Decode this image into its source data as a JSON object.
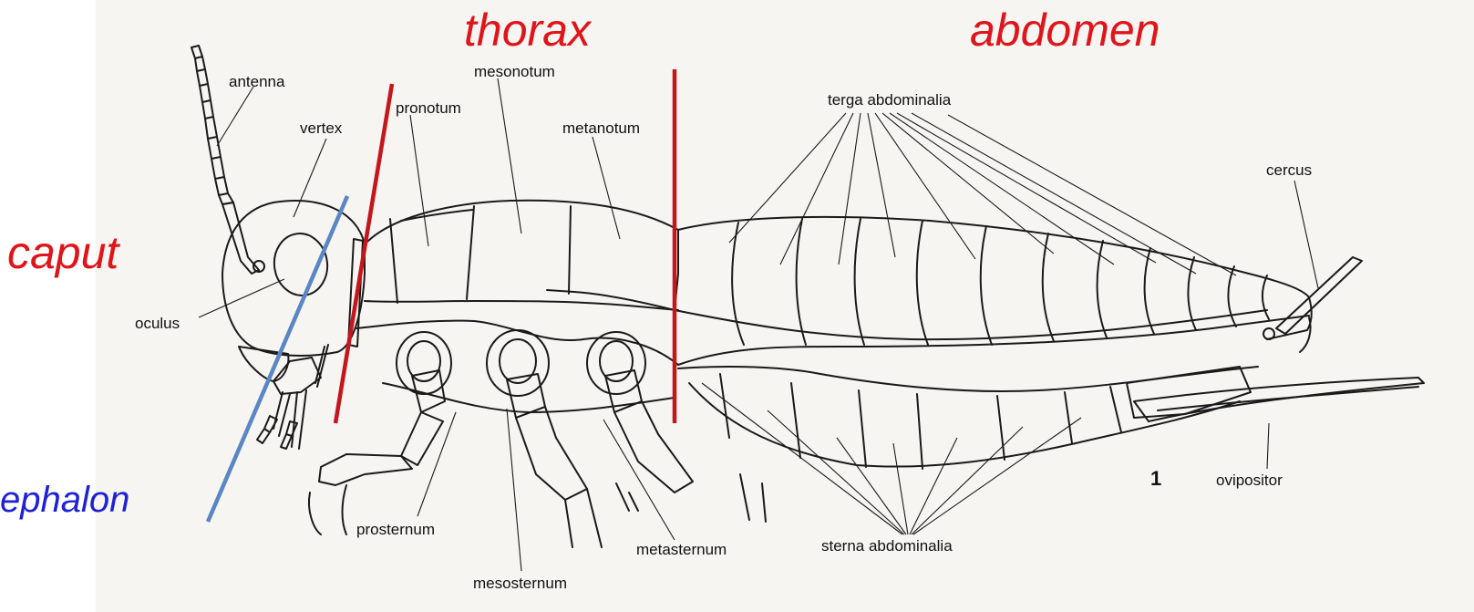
{
  "figure": {
    "number": "1",
    "regions": {
      "caput": "caput",
      "cephalon": "ephalon",
      "thorax": "thorax",
      "abdomen": "abdomen"
    },
    "labels": {
      "antenna": "antenna",
      "vertex": "vertex",
      "oculus": "oculus",
      "pronotum": "pronotum",
      "mesonotum": "mesonotum",
      "metanotum": "metanotum",
      "terga": "terga abdominalia",
      "cercus": "cercus",
      "ovipositor": "ovipositor",
      "sterna": "sterna abdominalia",
      "prosternum": "prosternum",
      "mesosternum": "mesosternum",
      "metasternum": "metasternum"
    },
    "colors": {
      "region_red": "#e0141b",
      "region_blue": "#1f21d6",
      "divider_red": "#c4161c",
      "divider_blue": "#5b86c4",
      "ink": "#1a1a1a"
    }
  }
}
